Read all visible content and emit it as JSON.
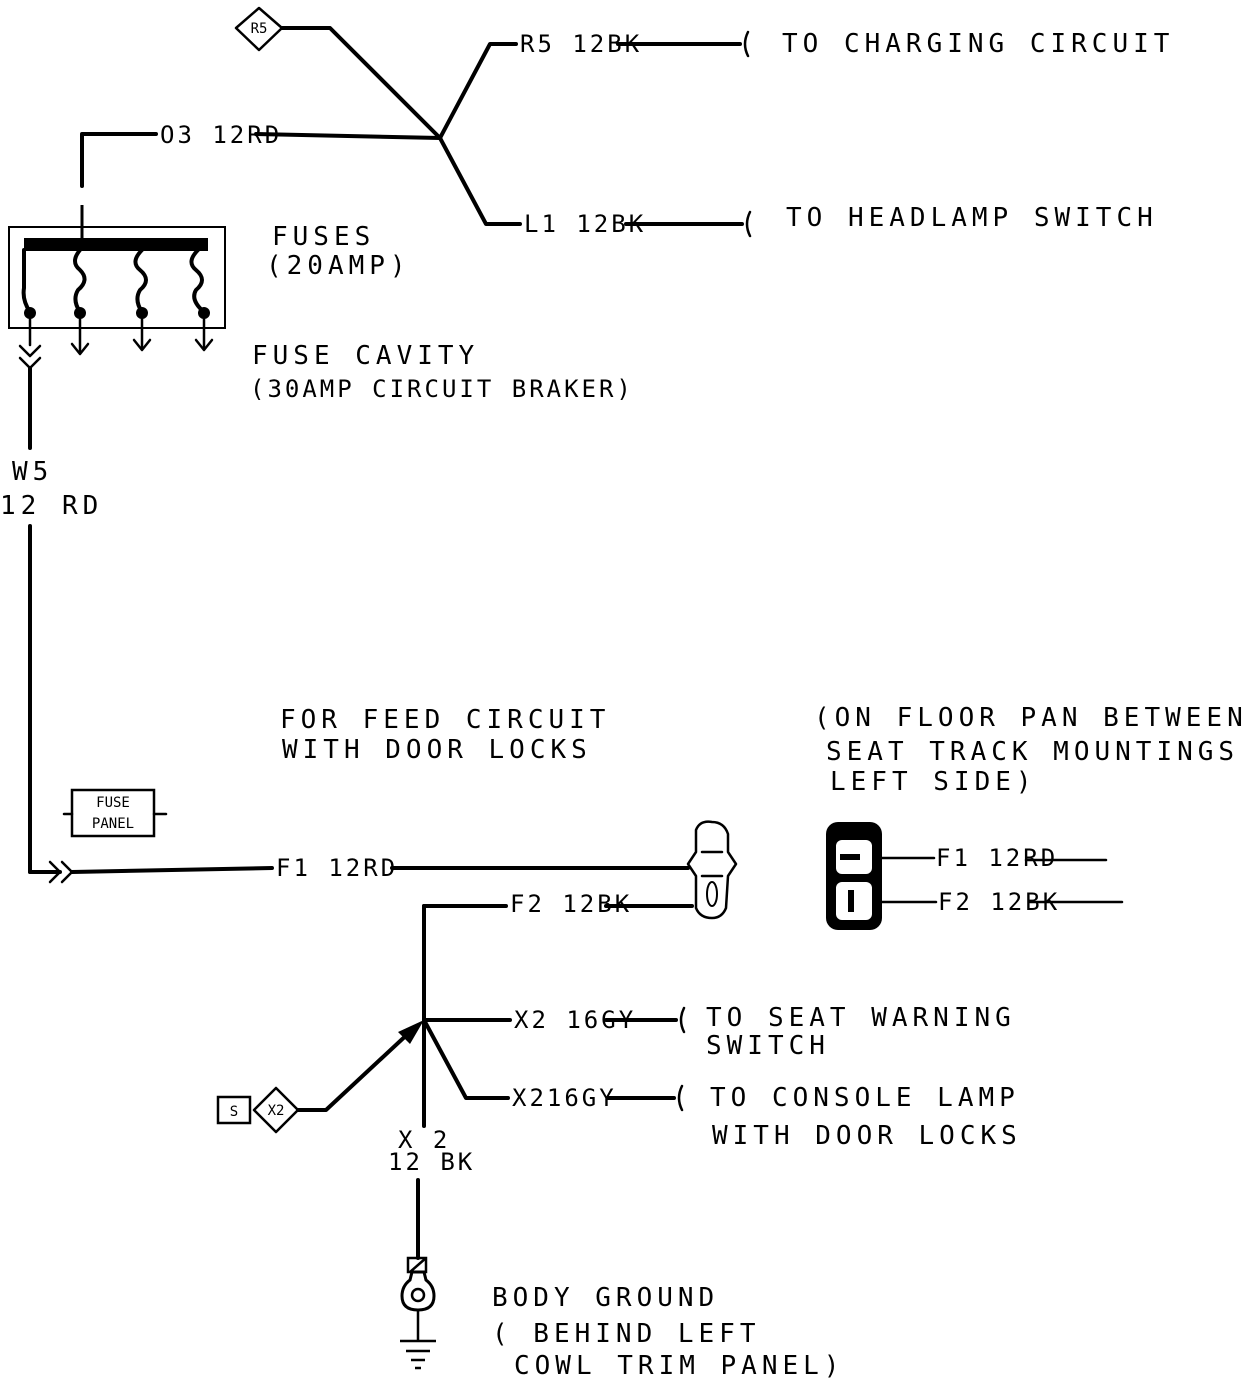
{
  "connectors": {
    "r5": "R5",
    "x2": "X2",
    "s": "S",
    "fuse_panel_1": "FUSE",
    "fuse_panel_2": "PANEL"
  },
  "wires": {
    "r5": "R5 12BK",
    "o3": "O3 12RD",
    "l1": "L1 12BK",
    "w5_1": "W5",
    "w5_2": "12 RD",
    "f1": "F1 12RD",
    "f2": "F2 12BK",
    "x2_seat": "X2 16GY",
    "x2_console": "X216GY",
    "x2_ground_1": "X 2",
    "x2_ground_2": "12 BK",
    "f1_connector": "F1 12RD",
    "f2_connector": "F2 12BK"
  },
  "destinations": {
    "charging": "TO CHARGING CIRCUIT",
    "headlamp": "TO HEADLAMP SWITCH",
    "seat_1": "TO SEAT WARNING",
    "seat_2": "SWITCH",
    "console_1": "TO CONSOLE LAMP",
    "console_2": "WITH DOOR LOCKS"
  },
  "notes": {
    "fuses_1": "FUSES",
    "fuses_2": "(20AMP)",
    "cavity_1": "FUSE CAVITY",
    "cavity_2": "(30AMP CIRCUIT BRAKER)",
    "feed_1": "FOR FEED CIRCUIT",
    "feed_2": "WITH DOOR LOCKS",
    "floor_1": "(ON FLOOR PAN BETWEEN",
    "floor_2": "SEAT TRACK MOUNTINGS",
    "floor_3": "LEFT SIDE)",
    "ground_1": "BODY GROUND",
    "ground_2": "( BEHIND LEFT",
    "ground_3": "COWL TRIM PANEL)"
  }
}
